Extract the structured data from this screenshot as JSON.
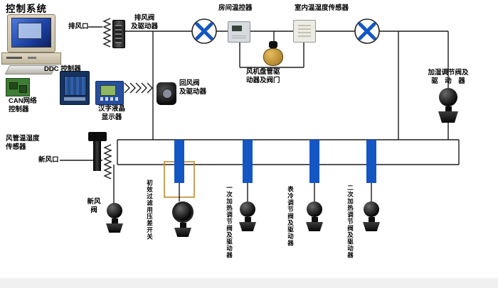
{
  "title": "控制系统",
  "colors": {
    "accent_blue": "#1456c4",
    "line_dark": "#1b1b1b",
    "filter_frame_tan": "#c08a2e",
    "pcb_green": "#3f7d35",
    "valve_gold": "#b3872f",
    "screen_blue": "#1b3fa0"
  },
  "labels": {
    "exhaust_outlet": "排风口",
    "exhaust_damper": "排风阀\n及驱动器",
    "room_thermostat": "房间温控器",
    "room_sensor": "室内温湿度传感器",
    "ddc_controller": "DDC 控制器",
    "can_controller": "CAN网络\n控制器",
    "lcd_display": "汉字液晶\n显示器",
    "return_damper": "回风阀\n及驱动器",
    "fan_coil": "风机盘管驱\n动器及阀门",
    "humidifier_valve": "加湿调节阀及\n驱　动　器",
    "duct_sensor": "风管温湿度\n传感器",
    "fresh_outlet": "新风口",
    "fresh_damper": "新风\n阀",
    "filter_switch": "初效过滤用压差开关",
    "preheat_valve": "一次加热调节阀及驱动器",
    "cooling_valve": "表冷调节阀及驱动器",
    "reheat_valve": "二次加热调节阀及驱动器"
  }
}
